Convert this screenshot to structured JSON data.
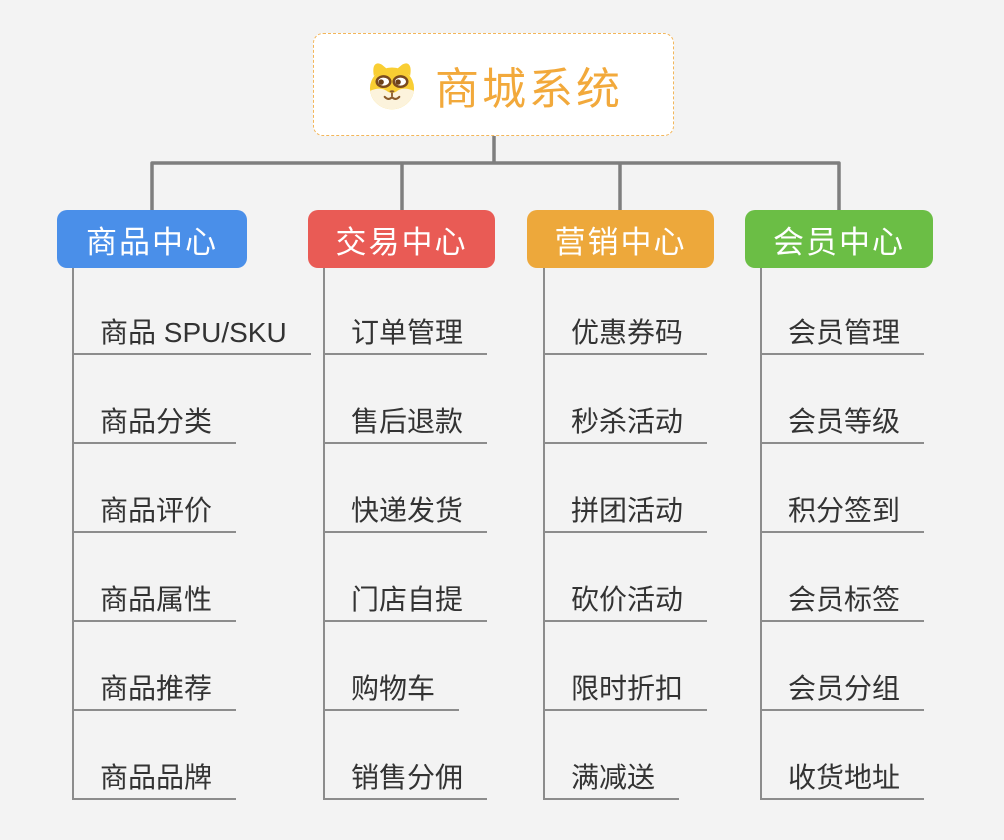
{
  "app": {
    "type": "mind-map",
    "background_color": "#F3F3F3",
    "connector_color": "#7E7E7E",
    "underline_color": "#8C8C8C",
    "text_color": "#333333"
  },
  "root": {
    "title": "商城系统",
    "icon": "dog-face-icon",
    "accent_color": "#F2A93B",
    "border_color": "#F3B65A"
  },
  "branches": [
    {
      "label": "商品中心",
      "color": "#4A8FE9",
      "children": [
        "商品 SPU/SKU",
        "商品分类",
        "商品评价",
        "商品属性",
        "商品推荐",
        "商品品牌"
      ]
    },
    {
      "label": "交易中心",
      "color": "#E95B55",
      "children": [
        "订单管理",
        "售后退款",
        "快递发货",
        "门店自提",
        "购物车",
        "销售分佣"
      ]
    },
    {
      "label": "营销中心",
      "color": "#EDA83B",
      "children": [
        "优惠券码",
        "秒杀活动",
        "拼团活动",
        "砍价活动",
        "限时折扣",
        "满减送"
      ]
    },
    {
      "label": "会员中心",
      "color": "#6BBE45",
      "children": [
        "会员管理",
        "会员等级",
        "积分签到",
        "会员标签",
        "会员分组",
        "收货地址"
      ]
    }
  ]
}
